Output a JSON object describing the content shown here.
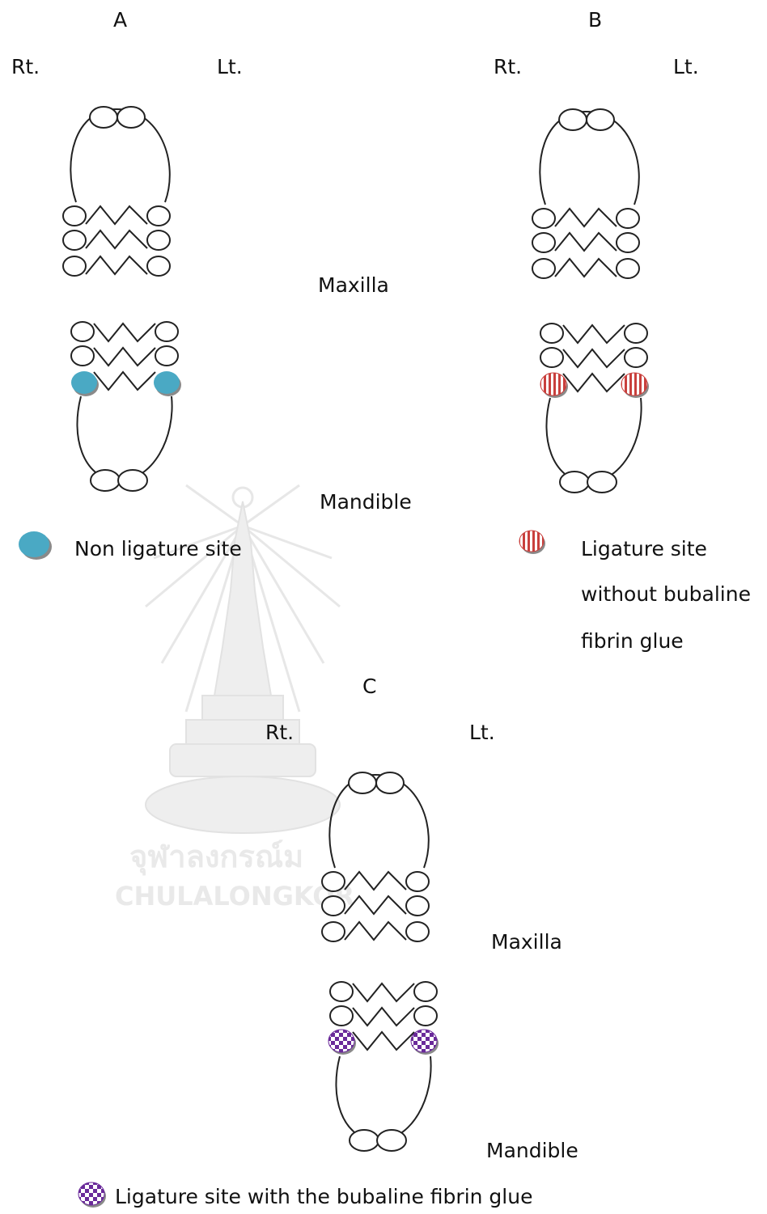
{
  "watermark": {
    "thai_text": "จุฬาลงกรณ์ม",
    "english_text": "CHULALONGKOR"
  },
  "diagrams": [
    {
      "id": "A",
      "letter": "A",
      "right_label": "Rt.",
      "left_label": "Lt.",
      "upper_jaw": "Maxilla",
      "lower_jaw": "Mandible",
      "marker_style": "solid",
      "marker_color": "#4aa9c4"
    },
    {
      "id": "B",
      "letter": "B",
      "right_label": "Rt.",
      "left_label": "Lt.",
      "upper_jaw": "",
      "lower_jaw": "",
      "marker_style": "striped",
      "marker_color": "#c9403d"
    },
    {
      "id": "C",
      "letter": "C",
      "right_label": "Rt.",
      "left_label": "Lt.",
      "upper_jaw": "Maxilla",
      "lower_jaw": "Mandible",
      "marker_style": "checkered",
      "marker_color": "#6a2a9a"
    }
  ],
  "legend": {
    "non_ligature": "Non ligature site",
    "ligature_without_line1": "Ligature site",
    "ligature_without_line2": "without bubaline",
    "ligature_without_line3": "fibrin glue",
    "ligature_with_glue": "Ligature site with the bubaline fibrin glue"
  }
}
